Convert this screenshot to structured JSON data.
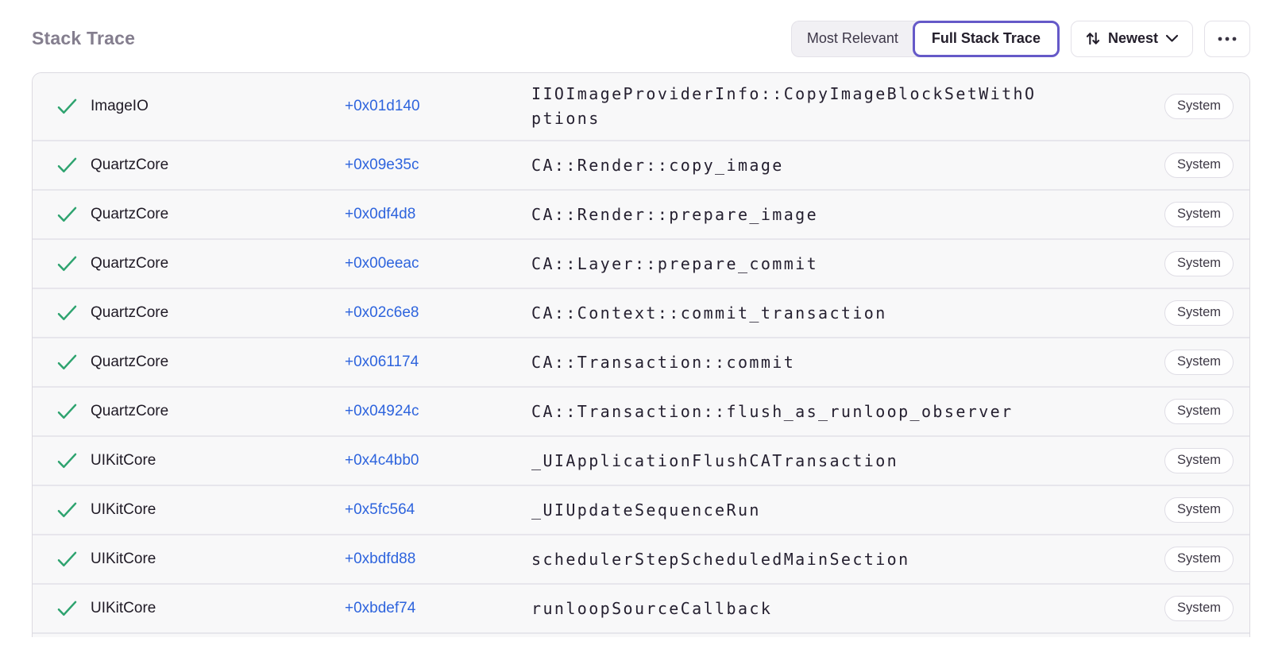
{
  "header": {
    "title": "Stack Trace",
    "view_toggle": {
      "options": [
        {
          "label": "Most Relevant",
          "selected": false
        },
        {
          "label": "Full Stack Trace",
          "selected": true
        }
      ]
    },
    "sort_button": {
      "label": "Newest",
      "icon": "sort-arrows-icon",
      "chevron": "chevron-down-icon"
    },
    "more_button": {
      "icon": "ellipsis-icon"
    }
  },
  "colors": {
    "accent_purple": "#6559c8",
    "link_blue": "#2e64dd",
    "check_green": "#2ea36f",
    "title_gray": "#847e8e"
  },
  "frames": [
    {
      "status_icon": "checkmark-icon",
      "module": "ImageIO",
      "address": "+0x01d140",
      "function": "IIOImageProviderInfo::CopyImageBlockSetWithOptions",
      "badge": "System"
    },
    {
      "status_icon": "checkmark-icon",
      "module": "QuartzCore",
      "address": "+0x09e35c",
      "function": "CA::Render::copy_image",
      "badge": "System"
    },
    {
      "status_icon": "checkmark-icon",
      "module": "QuartzCore",
      "address": "+0x0df4d8",
      "function": "CA::Render::prepare_image",
      "badge": "System"
    },
    {
      "status_icon": "checkmark-icon",
      "module": "QuartzCore",
      "address": "+0x00eeac",
      "function": "CA::Layer::prepare_commit",
      "badge": "System"
    },
    {
      "status_icon": "checkmark-icon",
      "module": "QuartzCore",
      "address": "+0x02c6e8",
      "function": "CA::Context::commit_transaction",
      "badge": "System"
    },
    {
      "status_icon": "checkmark-icon",
      "module": "QuartzCore",
      "address": "+0x061174",
      "function": "CA::Transaction::commit",
      "badge": "System"
    },
    {
      "status_icon": "checkmark-icon",
      "module": "QuartzCore",
      "address": "+0x04924c",
      "function": "CA::Transaction::flush_as_runloop_observer",
      "badge": "System"
    },
    {
      "status_icon": "checkmark-icon",
      "module": "UIKitCore",
      "address": "+0x4c4bb0",
      "function": "_UIApplicationFlushCATransaction",
      "badge": "System"
    },
    {
      "status_icon": "checkmark-icon",
      "module": "UIKitCore",
      "address": "+0x5fc564",
      "function": "_UIUpdateSequenceRun",
      "badge": "System"
    },
    {
      "status_icon": "checkmark-icon",
      "module": "UIKitCore",
      "address": "+0xbdfd88",
      "function": "schedulerStepScheduledMainSection",
      "badge": "System"
    },
    {
      "status_icon": "checkmark-icon",
      "module": "UIKitCore",
      "address": "+0xbdef74",
      "function": "runloopSourceCallback",
      "badge": "System"
    }
  ]
}
